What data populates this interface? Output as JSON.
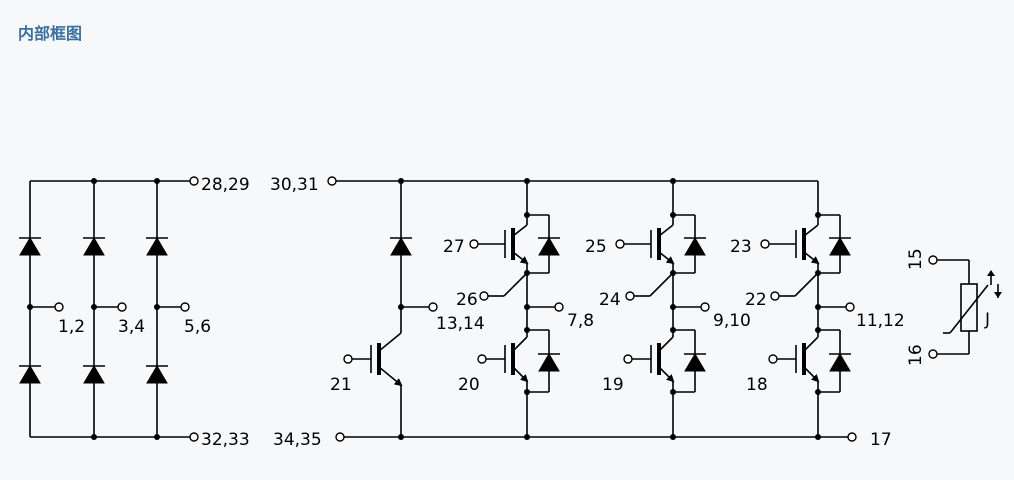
{
  "title": "内部框图",
  "pins": {
    "p28_29": "28,29",
    "p30_31": "30,31",
    "p32_33": "32,33",
    "p34_35": "34,35",
    "p1_2": "1,2",
    "p3_4": "3,4",
    "p5_6": "5,6",
    "p13_14": "13,14",
    "p21": "21",
    "p27": "27",
    "p26": "26",
    "p20": "20",
    "p7_8": "7,8",
    "p25": "25",
    "p24": "24",
    "p19": "19",
    "p9_10": "9,10",
    "p23": "23",
    "p22": "22",
    "p18": "18",
    "p11_12": "11,12",
    "p17": "17",
    "p15": "15",
    "p16": "16",
    "thermistor": "J"
  }
}
